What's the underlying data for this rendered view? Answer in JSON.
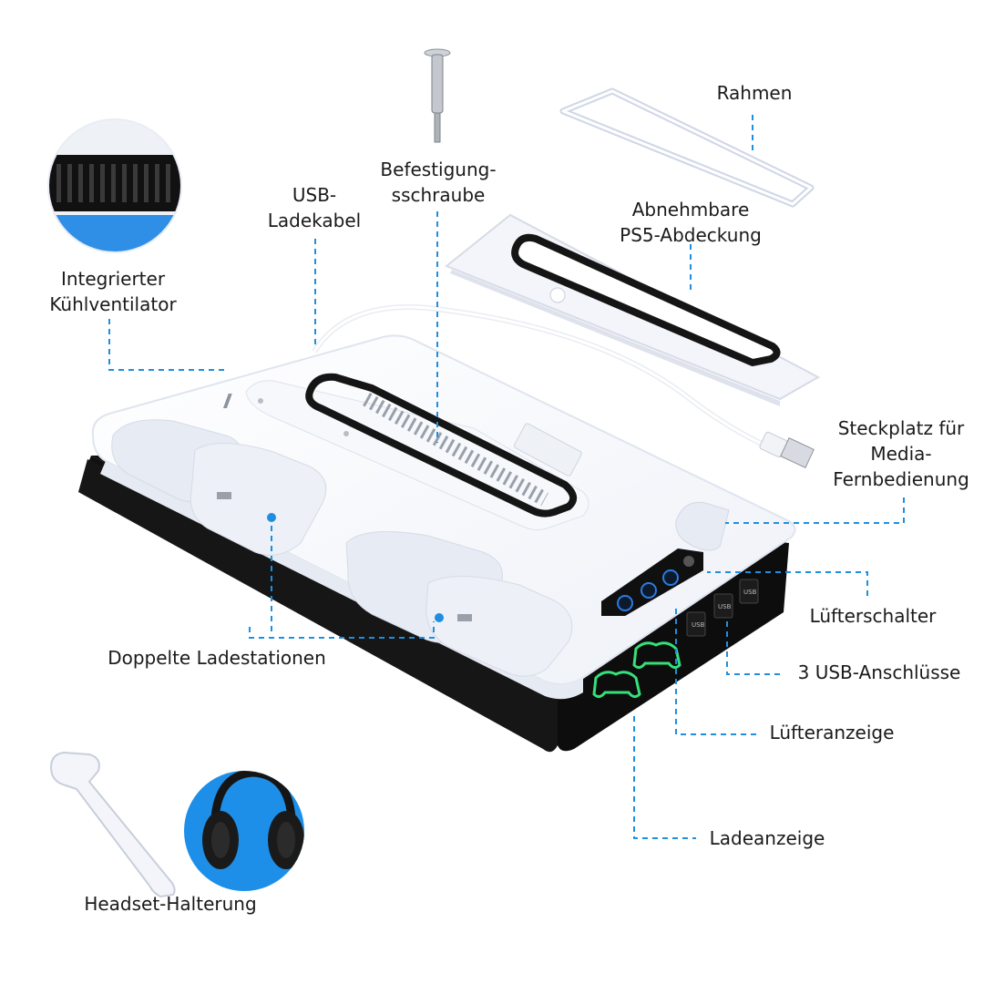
{
  "labels": {
    "fan": [
      "Integrierter",
      "Kühlventilator"
    ],
    "usb_cable": [
      "USB-",
      "Ladekabel"
    ],
    "screw": [
      "Befestigung-",
      "sschraube"
    ],
    "frame": "Rahmen",
    "cover": [
      "Abnehmbare",
      "PS5-Abdeckung"
    ],
    "media_slot": [
      "Steckplatz für",
      "Media-",
      "Fernbedienung"
    ],
    "fan_switch": "Lüfterschalter",
    "usb_ports": "3 USB-Anschlüsse",
    "fan_indicator": "Lüfteranzeige",
    "charge_indicator": "Ladeanzeige",
    "dual_charging": "Doppelte Ladestationen",
    "headset": "Headset-Halterung"
  },
  "port_marks": [
    "USB",
    "USB",
    "USB"
  ],
  "colors": {
    "leader": "#1e8fe0",
    "accent_blue": "#1d8fe8",
    "led_green": "#35e07a",
    "dock_white": "#f4f6fb",
    "dock_shadow": "#dfe4ee",
    "black": "#0d0d0d"
  }
}
